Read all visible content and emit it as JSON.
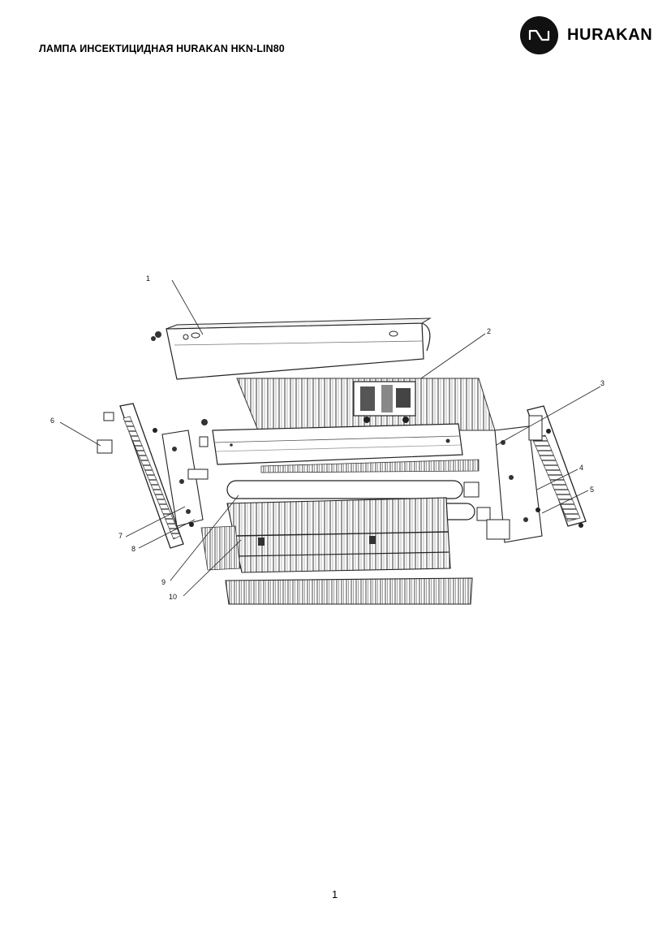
{
  "header": {
    "title": "ЛАМПА ИНСЕКТИЦИДНАЯ HURAKAN HKN-LIN80",
    "brand_name": "HURAKAN",
    "brand_icon": "hurakan-logo-icon"
  },
  "diagram": {
    "callouts": [
      "1",
      "2",
      "3",
      "4",
      "5",
      "6",
      "7",
      "8",
      "9",
      "10"
    ]
  },
  "footer": {
    "page_number": "1"
  }
}
